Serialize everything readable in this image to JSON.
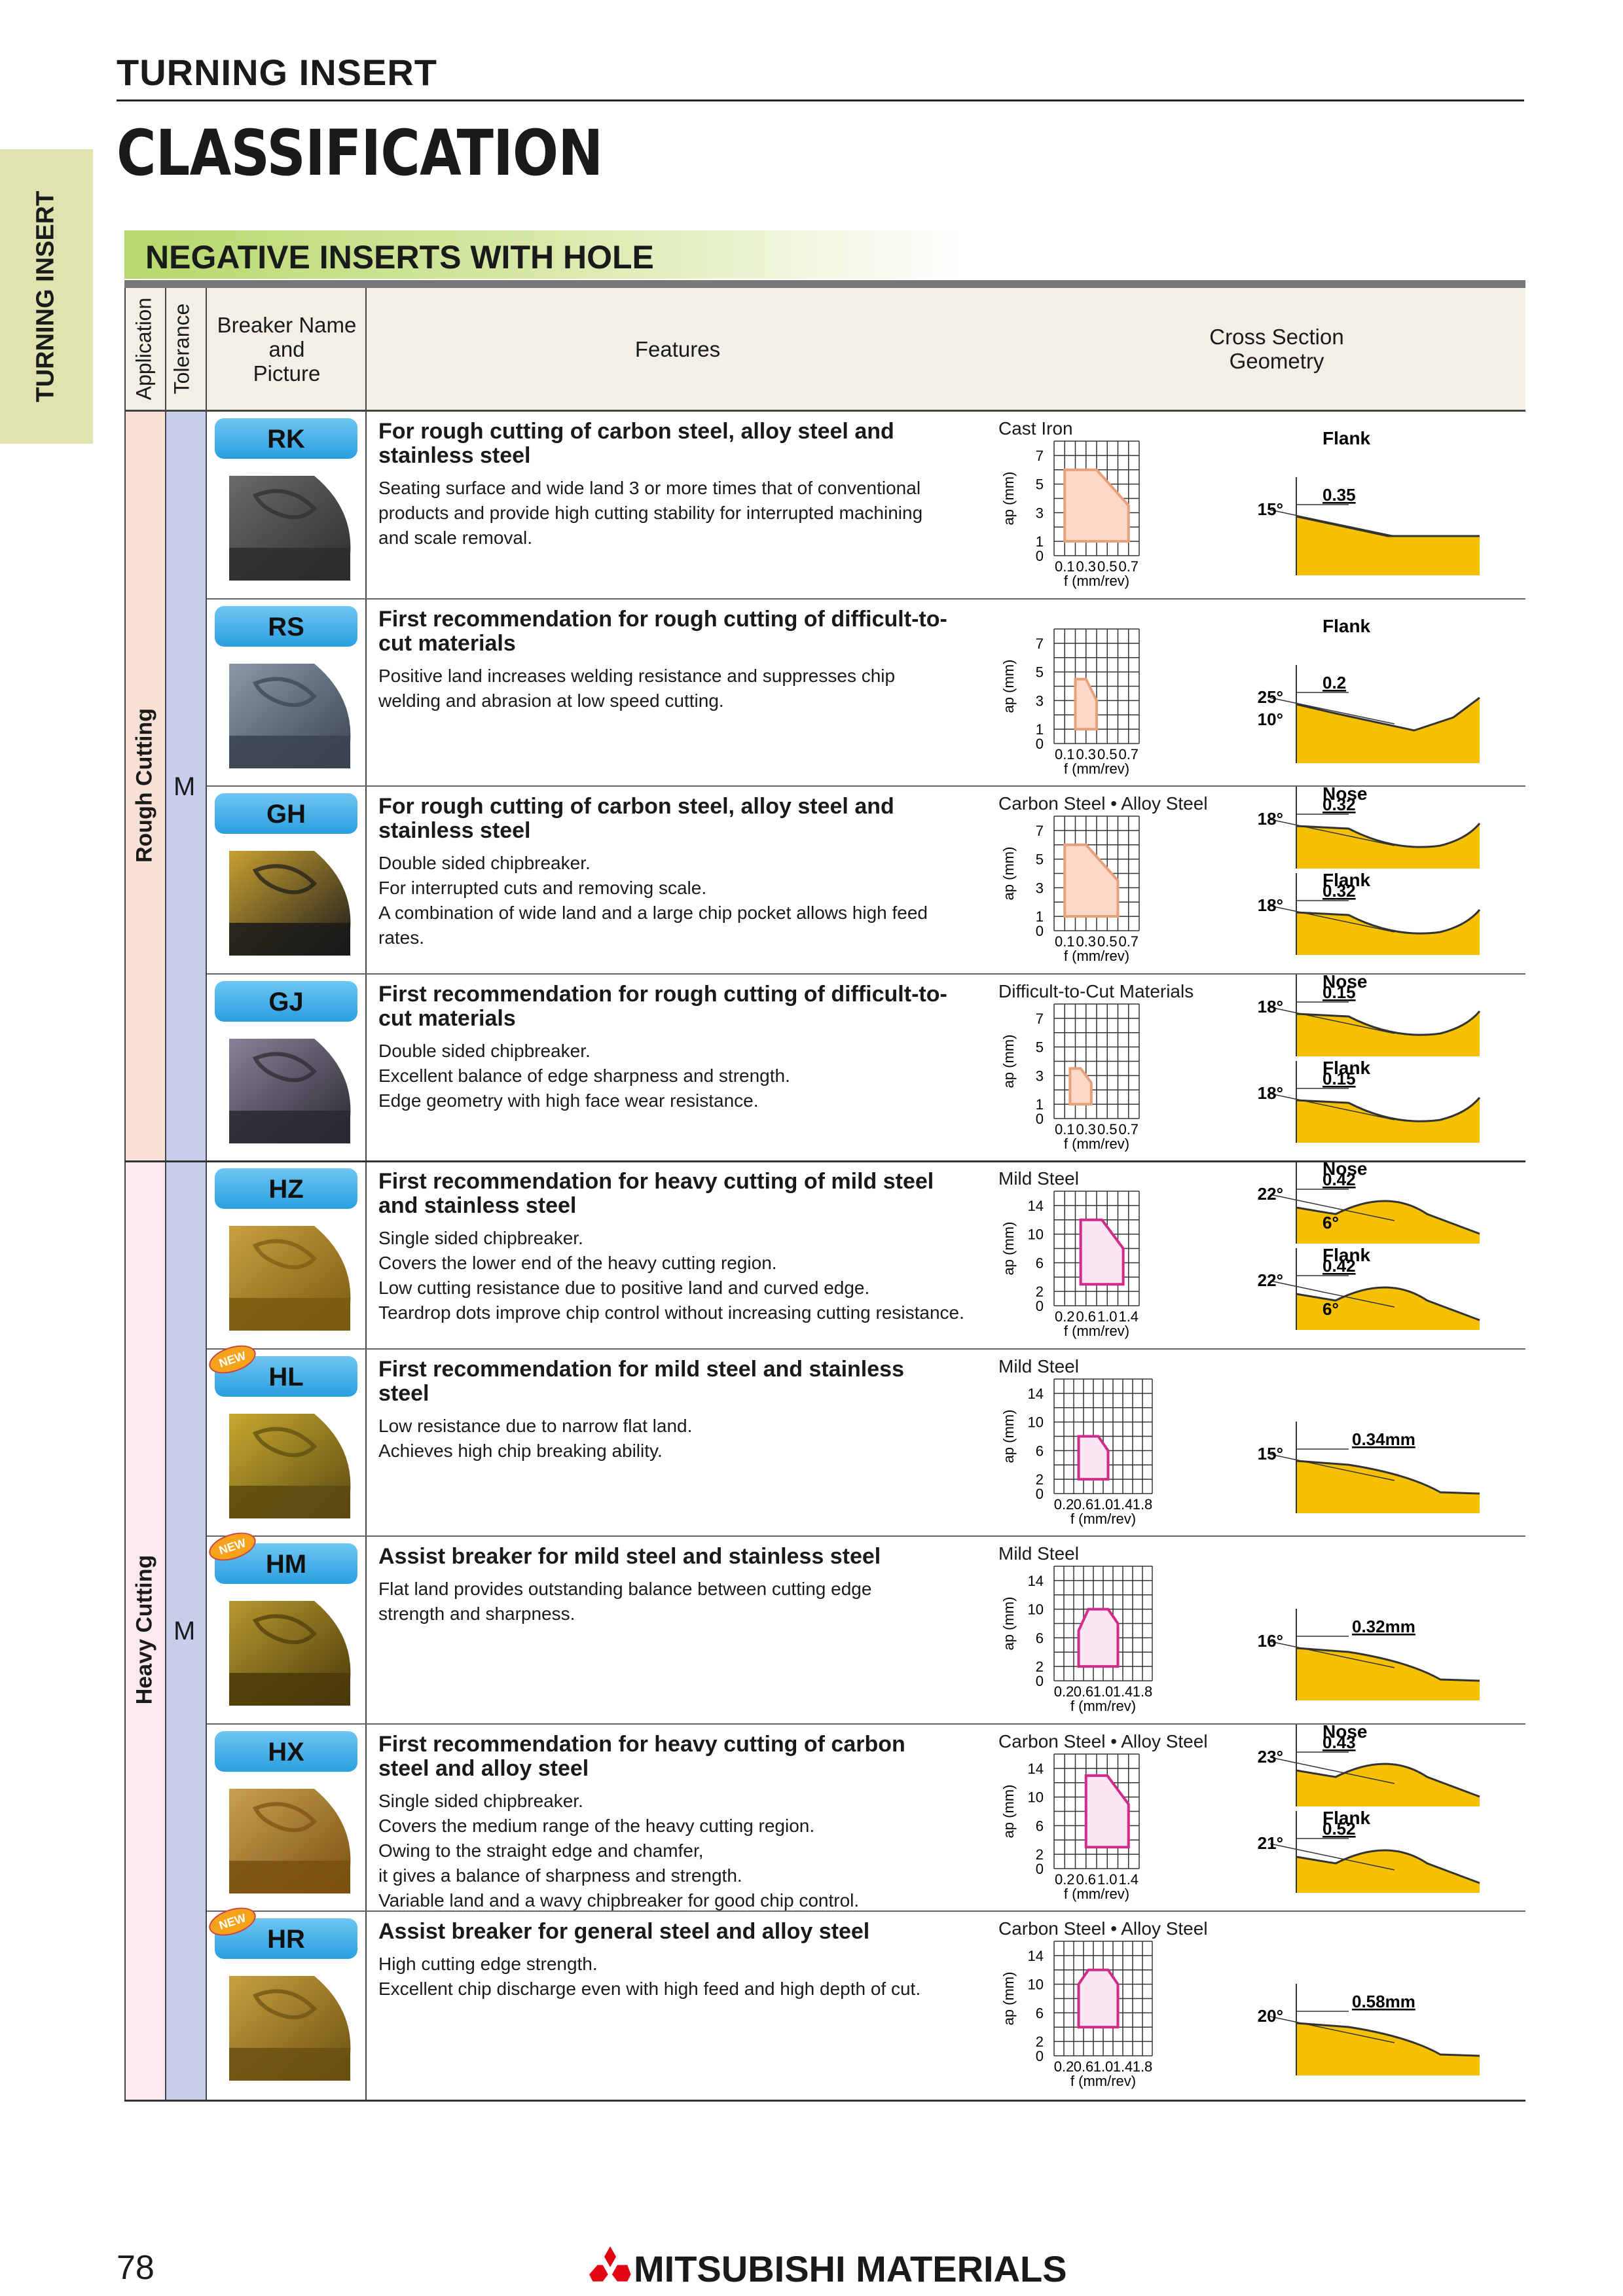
{
  "header": {
    "title": "TURNING INSERT",
    "main_title": "CLASSIFICATION",
    "side_tab": "TURNING INSERT"
  },
  "section": {
    "title": "NEGATIVE INSERTS WITH HOLE"
  },
  "table_header": {
    "application": "Application",
    "tolerance": "Tolerance",
    "breaker": "Breaker Name\nand\nPicture",
    "features": "Features",
    "cross_section": "Cross Section\nGeometry"
  },
  "groups": [
    {
      "application": "Rough Cutting",
      "tolerance": "M"
    },
    {
      "application": "Heavy Cutting",
      "tolerance": "M"
    }
  ],
  "rows": [
    {
      "name": "RK",
      "is_new": false,
      "title": "For rough cutting of carbon steel, alloy steel and stainless steel",
      "desc": [
        "Seating surface and wide land 3 or more times that of conventional",
        "products and  provide high cutting stability for interrupted machining",
        "and scale removal."
      ],
      "chart": {
        "material": "Cast Iron",
        "ylabels": [
          "7",
          "5",
          "3",
          "1",
          "0"
        ],
        "xlabels": [
          "0.1",
          "0.3",
          "0.5",
          "0.7"
        ],
        "xunit": "f (mm/rev)",
        "yunit": "ap (mm)",
        "color": "#e8a07a",
        "poly": [
          [
            0.1,
            6
          ],
          [
            0.4,
            6
          ],
          [
            0.7,
            3.5
          ],
          [
            0.7,
            1
          ],
          [
            0.1,
            1
          ]
        ],
        "xmax": 0.8,
        "ymax": 8
      },
      "xsec": [
        {
          "kind": "Flank",
          "angles": [
            "15°"
          ],
          "dim": "0.35"
        }
      ]
    },
    {
      "name": "RS",
      "is_new": false,
      "title": "First recommendation for rough cutting of difficult-to-cut materials",
      "desc": [
        "Positive land increases welding resistance and suppresses chip",
        "welding and abrasion at low speed cutting."
      ],
      "chart": {
        "material": "",
        "ylabels": [
          "7",
          "5",
          "3",
          "1",
          "0"
        ],
        "xlabels": [
          "0.1",
          "0.3",
          "0.5",
          "0.7"
        ],
        "xunit": "f (mm/rev)",
        "yunit": "ap (mm)",
        "color": "#e8a07a",
        "poly": [
          [
            0.2,
            4.5
          ],
          [
            0.3,
            4.5
          ],
          [
            0.4,
            3
          ],
          [
            0.4,
            1
          ],
          [
            0.2,
            1
          ]
        ],
        "xmax": 0.8,
        "ymax": 8
      },
      "xsec": [
        {
          "kind": "Flank",
          "angles": [
            "25°",
            "10°"
          ],
          "dim": "0.2"
        }
      ]
    },
    {
      "name": "GH",
      "is_new": false,
      "title": "For rough cutting of carbon steel, alloy steel and stainless steel",
      "desc": [
        "Double sided chipbreaker.",
        "For interrupted cuts and removing scale.",
        "A combination of wide land and a large chip pocket allows high feed rates."
      ],
      "chart": {
        "material": "Carbon Steel • Alloy Steel",
        "ylabels": [
          "7",
          "5",
          "3",
          "1",
          "0"
        ],
        "xlabels": [
          "0.1",
          "0.3",
          "0.5",
          "0.7"
        ],
        "xunit": "f (mm/rev)",
        "yunit": "ap (mm)",
        "color": "#e8a07a",
        "poly": [
          [
            0.1,
            6
          ],
          [
            0.3,
            6
          ],
          [
            0.6,
            3.5
          ],
          [
            0.6,
            1
          ],
          [
            0.1,
            1
          ]
        ],
        "xmax": 0.8,
        "ymax": 8
      },
      "xsec": [
        {
          "kind": "Nose",
          "angles": [
            "18°"
          ],
          "dim": "0.32"
        },
        {
          "kind": "Flank",
          "angles": [
            "18°"
          ],
          "dim": "0.32"
        }
      ]
    },
    {
      "name": "GJ",
      "is_new": false,
      "title": "First recommendation for rough cutting of difficult-to-cut materials",
      "desc": [
        "Double sided chipbreaker.",
        "Excellent balance of edge sharpness and strength.",
        "Edge geometry with high face wear resistance."
      ],
      "chart": {
        "material": "Difficult-to-Cut Materials",
        "ylabels": [
          "7",
          "5",
          "3",
          "1",
          "0"
        ],
        "xlabels": [
          "0.1",
          "0.3",
          "0.5",
          "0.7"
        ],
        "xunit": "f (mm/rev)",
        "yunit": "ap (mm)",
        "color": "#e8a07a",
        "poly": [
          [
            0.15,
            3.5
          ],
          [
            0.25,
            3.5
          ],
          [
            0.35,
            2.5
          ],
          [
            0.35,
            1
          ],
          [
            0.15,
            1
          ]
        ],
        "xmax": 0.8,
        "ymax": 8
      },
      "xsec": [
        {
          "kind": "Nose",
          "angles": [
            "18°"
          ],
          "dim": "0.15"
        },
        {
          "kind": "Flank",
          "angles": [
            "18°"
          ],
          "dim": "0.15"
        }
      ]
    },
    {
      "name": "HZ",
      "is_new": false,
      "title": "First recommendation for heavy cutting of mild steel and stainless steel",
      "desc": [
        "Single sided chipbreaker.",
        "Covers the lower end of the heavy cutting region.",
        "Low cutting resistance due to positive land and curved edge.",
        "Teardrop dots improve chip control without increasing cutting resistance."
      ],
      "chart": {
        "material": "Mild Steel",
        "ylabels": [
          "14",
          "10",
          "6",
          "2",
          "0"
        ],
        "xlabels": [
          "0.2",
          "0.6",
          "1.0",
          "1.4"
        ],
        "xunit": "f (mm/rev)",
        "yunit": "ap (mm)",
        "color": "#d02a8c",
        "poly": [
          [
            0.5,
            12
          ],
          [
            0.9,
            12
          ],
          [
            1.3,
            8
          ],
          [
            1.3,
            3
          ],
          [
            0.5,
            3
          ]
        ],
        "xmax": 1.6,
        "ymax": 16
      },
      "xsec": [
        {
          "kind": "Nose",
          "angles": [
            "22°",
            "6°"
          ],
          "dim": "0.42"
        },
        {
          "kind": "Flank",
          "angles": [
            "22°",
            "6°"
          ],
          "dim": "0.42"
        }
      ]
    },
    {
      "name": "HL",
      "is_new": true,
      "title": "First recommendation for mild steel and stainless steel",
      "desc": [
        "Low resistance due to narrow flat land.",
        "Achieves high chip breaking ability."
      ],
      "chart": {
        "material": "Mild Steel",
        "ylabels": [
          "14",
          "10",
          "6",
          "2",
          "0"
        ],
        "xlabels": [
          "0.2",
          "0.6",
          "1.0",
          "1.4",
          "1.8"
        ],
        "xunit": "f (mm/rev)",
        "yunit": "ap (mm)",
        "color": "#d02a8c",
        "poly": [
          [
            0.5,
            8
          ],
          [
            0.9,
            8
          ],
          [
            1.1,
            6
          ],
          [
            1.1,
            2
          ],
          [
            0.5,
            2
          ]
        ],
        "xmax": 2.0,
        "ymax": 16
      },
      "xsec": [
        {
          "kind": "",
          "angles": [
            "15°"
          ],
          "dim": "0.34mm"
        }
      ]
    },
    {
      "name": "HM",
      "is_new": true,
      "title": "Assist breaker for mild steel and stainless steel",
      "desc": [
        "Flat land provides outstanding balance between cutting edge",
        "strength and sharpness."
      ],
      "chart": {
        "material": "Mild Steel",
        "ylabels": [
          "14",
          "10",
          "6",
          "2",
          "0"
        ],
        "xlabels": [
          "0.2",
          "0.6",
          "1.0",
          "1.4",
          "1.8"
        ],
        "xunit": "f (mm/rev)",
        "yunit": "ap (mm)",
        "color": "#d02a8c",
        "poly": [
          [
            0.7,
            10
          ],
          [
            1.1,
            10
          ],
          [
            1.3,
            8
          ],
          [
            1.3,
            2
          ],
          [
            0.5,
            2
          ],
          [
            0.5,
            7
          ]
        ],
        "xmax": 2.0,
        "ymax": 16
      },
      "xsec": [
        {
          "kind": "",
          "angles": [
            "16°"
          ],
          "dim": "0.32mm"
        }
      ]
    },
    {
      "name": "HX",
      "is_new": false,
      "title": "First recommendation for heavy cutting of carbon steel and alloy steel",
      "desc": [
        "Single sided chipbreaker.",
        "Covers the medium range of the heavy cutting region.",
        "Owing to the straight edge and chamfer,",
        "it gives a balance of sharpness and strength.",
        "Variable land and a wavy chipbreaker for good chip control."
      ],
      "chart": {
        "material": "Carbon Steel • Alloy Steel",
        "ylabels": [
          "14",
          "10",
          "6",
          "2",
          "0"
        ],
        "xlabels": [
          "0.2",
          "0.6",
          "1.0",
          "1.4"
        ],
        "xunit": "f (mm/rev)",
        "yunit": "ap (mm)",
        "color": "#d02a8c",
        "poly": [
          [
            0.6,
            13
          ],
          [
            1.0,
            13
          ],
          [
            1.4,
            9
          ],
          [
            1.4,
            3
          ],
          [
            0.6,
            3
          ]
        ],
        "xmax": 1.6,
        "ymax": 16
      },
      "xsec": [
        {
          "kind": "Nose",
          "angles": [
            "23°"
          ],
          "dim": "0.43"
        },
        {
          "kind": "Flank",
          "angles": [
            "21°"
          ],
          "dim": "0.52"
        }
      ]
    },
    {
      "name": "HR",
      "is_new": true,
      "title": "Assist breaker for general steel and alloy steel",
      "desc": [
        "High cutting edge strength.",
        "Excellent chip discharge even with high feed and high depth of cut."
      ],
      "chart": {
        "material": "Carbon Steel • Alloy Steel",
        "ylabels": [
          "14",
          "10",
          "6",
          "2",
          "0"
        ],
        "xlabels": [
          "0.2",
          "0.6",
          "1.0",
          "1.4",
          "1.8"
        ],
        "xunit": "f (mm/rev)",
        "yunit": "ap (mm)",
        "color": "#d02a8c",
        "poly": [
          [
            0.7,
            12
          ],
          [
            1.1,
            12
          ],
          [
            1.3,
            10
          ],
          [
            1.3,
            4
          ],
          [
            0.5,
            4
          ],
          [
            0.5,
            10
          ]
        ],
        "xmax": 2.0,
        "ymax": 16
      },
      "xsec": [
        {
          "kind": "",
          "angles": [
            "20°"
          ],
          "dim": "0.58mm"
        }
      ]
    }
  ],
  "footer": {
    "page": "78",
    "brand": "MITSUBISHI MATERIALS"
  },
  "colors": {
    "rough_band": "#f7e0d6",
    "heavy_band": "#fbe9ef",
    "tolerance_band": "#c6ceeb",
    "accent_green": "#b6d86b",
    "pill": "#2a9fe0",
    "chip_yellow": "#f5c000"
  }
}
